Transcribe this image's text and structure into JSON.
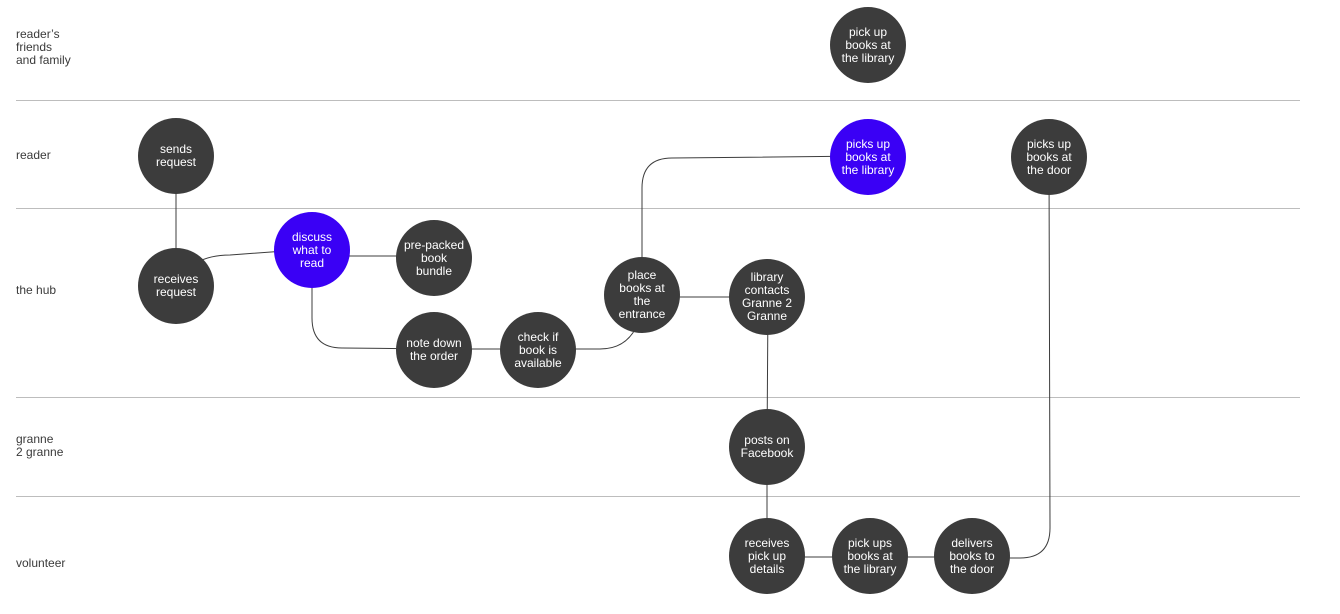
{
  "lanes": [
    {
      "label": "reader’s\nfriends\nand family"
    },
    {
      "label": "reader"
    },
    {
      "label": "the hub"
    },
    {
      "label": "granne\n2 granne"
    },
    {
      "label": "volunteer"
    }
  ],
  "nodes": {
    "pick_up_friends": {
      "text": "pick up\nbooks at\nthe library"
    },
    "sends_request": {
      "text": "sends\nrequest"
    },
    "picks_up_library": {
      "text": "picks up\nbooks at\nthe library"
    },
    "picks_up_door": {
      "text": "picks up\nbooks at\nthe door"
    },
    "receives_request": {
      "text": "receives\nrequest"
    },
    "discuss": {
      "text": "discuss\nwhat to\nread"
    },
    "prepacked": {
      "text": "pre-packed\nbook\nbundle"
    },
    "note_down": {
      "text": "note down\nthe order"
    },
    "check_available": {
      "text": "check if\nbook is\navailable"
    },
    "place_books": {
      "text": "place\nbooks at\nthe\nentrance"
    },
    "library_contacts": {
      "text": "library\ncontacts\nGranne 2\nGranne"
    },
    "posts_facebook": {
      "text": "posts on\nFacebook"
    },
    "receives_details": {
      "text": "receives\npick up\ndetails"
    },
    "pick_ups_library": {
      "text": "pick ups\nbooks at\nthe library"
    },
    "delivers_door": {
      "text": "delivers\nbooks to\nthe door"
    }
  },
  "colors": {
    "node": "#3c3c3c",
    "accent": "#3a00f5",
    "line": "#3c3c3c",
    "divider": "#bdbdbd"
  }
}
